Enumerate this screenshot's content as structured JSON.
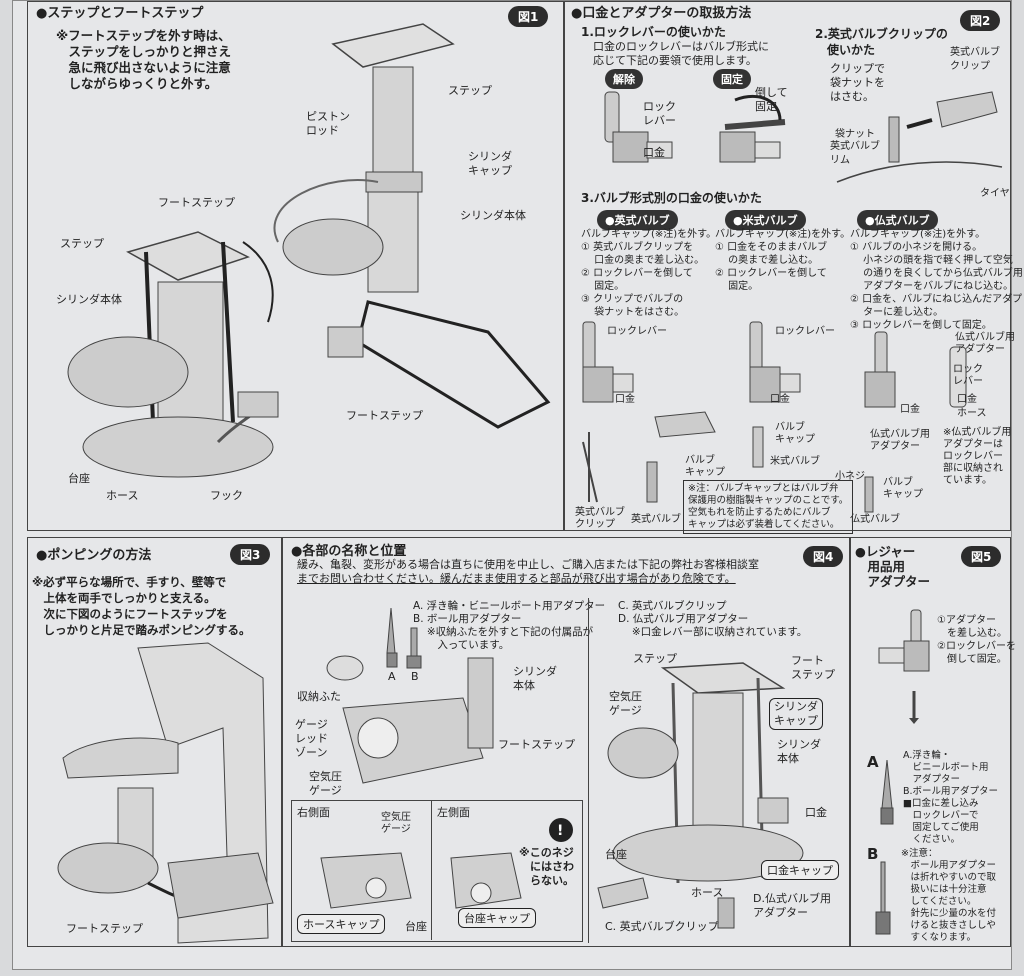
{
  "p1": {
    "title": "●ステップとフートステップ",
    "badge": "図1",
    "note": "※フートステップを外す時は、\n　ステップをしっかりと押さえ\n　急に飛び出さないように注意\n　しながらゆっくりと外す。",
    "labels": {
      "step_top": "ステップ",
      "piston": "ピストン\nロッド",
      "cyl_cap": "シリンダ\nキャップ",
      "cyl_body_r": "シリンダ本体",
      "foot_step_l": "フートステップ",
      "step_l": "ステップ",
      "cyl_body_l": "シリンダ本体",
      "foot_step_r": "フートステップ",
      "base": "台座",
      "hose": "ホース",
      "hook": "フック"
    }
  },
  "p2": {
    "title": "●口金とアダプターの取扱方法",
    "badge": "図2",
    "s1_title": "1.ロックレバーの使いかた",
    "s1_text": "口金のロックレバーはバルブ形式に\n応じて下記の要領で使用します。",
    "release": "解除",
    "fix": "固定",
    "lock_lever": "ロック\nレバー",
    "fix_note": "倒して\n固定",
    "kuchigane": "口金",
    "s2_title": "2.英式バルブクリップの\n　使いかた",
    "s2_text": "クリップで\n袋ナットを\nはさむ。",
    "clip_label": "英式バルブ\nクリップ",
    "nut": "袋ナット",
    "eng_valve_rim": "英式バルブ\nリム",
    "tire": "タイヤ",
    "s3_title": "3.バルブ形式別の口金の使いかた",
    "valves": [
      {
        "name": "●英式バルブ",
        "text": "バルブキャップ(※注)を外す。\n① 英式バルブクリップを\n　 口金の奥まで差し込む。\n② ロックレバーを倒して\n　 固定。\n③ クリップでバルブの\n　 袋ナットをはさむ。"
      },
      {
        "name": "●米式バルブ",
        "text": "バルブキャップ(※注)を外す。\n① 口金をそのままバルブ\n　 の奥まで差し込む。\n② ロックレバーを倒して\n　 固定。"
      },
      {
        "name": "●仏式バルブ",
        "text": "バルブキャップ(※注)を外す。\n① バルブの小ネジを開ける。\n　 小ネジの頭を指で軽く押して空気\n　 の通りを良くしてから仏式バルブ用\n　 アダプターをバルブにねじ込む。\n② 口金を、バルブにねじ込んだアダプ\n　 ターに差し込む。\n③ ロックレバーを倒して固定。"
      }
    ],
    "lbl_lock": "ロックレバー",
    "lbl_kuchigane": "口金",
    "lbl_valve_cap": "バルブ\nキャップ",
    "lbl_us_valve": "米式バルブ",
    "lbl_clip": "英式バルブ\nクリップ",
    "lbl_eng_valve": "英式バルブ",
    "lbl_fr_adapter": "仏式バルブ用\nアダプター",
    "lbl_lever2": "ロック\nレバー",
    "lbl_hose": "ホース",
    "lbl_small_screw": "小ネジ",
    "lbl_fr_valve": "仏式バルブ",
    "fr_note": "※仏式バルブ用\nアダプターは\nロックレバー\n部に収納され\nています。",
    "cap_note": "※注：バルブキャップとはバルブ弁\n保護用の樹脂製キャップのことです。\n空気もれを防止するためにバルブ\nキャップは必ず装着してください。"
  },
  "p3": {
    "title": "●ポンピングの方法",
    "badge": "図3",
    "note": "※必ず平らな場所で、手すり、壁等で\n　上体を両手でしっかりと支える。\n　次に下図のようにフートステップを\n　しっかりと片足で踏みポンピングする。",
    "foot_step": "フートステップ"
  },
  "p4": {
    "title": "●各部の名称と位置",
    "badge": "図4",
    "warn1": "緩み、亀裂、変形がある場合は直ちに使用を中止し、ご購入店または下記の弊社お客様相談室",
    "warn2": "までお問い合わせください。緩んだまま使用すると部品が飛び出す場合があり危険です。",
    "parts_left": "A. 浮き輪・ビニールボート用アダプター\nB. ボール用アダプター\n　 ※収納ふたを外すと下記の付属品が\n　 　入っています。",
    "parts_right": "C. 英式バルブクリップ\nD. 仏式バルブ用アダプター\n　 ※口金レバー部に収納されています。",
    "a": "A",
    "b": "B",
    "storage_lid": "収納ふた",
    "cyl_body": "シリンダ\n本体",
    "gauge_red": "ゲージ\nレッド\nゾーン",
    "foot_step": "フートステップ",
    "air_gauge": "空気圧\nゲージ",
    "right_side": "右側面",
    "left_side": "左側面",
    "air_gauge2": "空気圧\nゲージ",
    "hose_cap": "ホースキャップ",
    "base": "台座",
    "base_cap": "台座キャップ",
    "screw_note": "※このネジ\n　にはさわ\n　らない。",
    "step": "ステップ",
    "foot_step2": "フート\nステップ",
    "cyl_cap": "シリンダ\nキャップ",
    "cyl_body2": "シリンダ\n本体",
    "air_gauge3": "空気圧\nゲージ",
    "kuchigane": "口金",
    "base2": "台座",
    "hose": "ホース",
    "kuchigane_cap": "口金キャップ",
    "d_adapter": "D.仏式バルブ用\nアダプター",
    "c_clip": "C. 英式バルブクリップ"
  },
  "p5": {
    "title": "●レジャー\n　用品用\n　アダプター",
    "badge": "図5",
    "steps": "①アダプター\n　を差し込む。\n②ロックレバーを\n　倒して固定。",
    "a_title": "A",
    "a_text": "A.浮き輪・\n　ビニールボート用\n　アダプター\nB.ボール用アダプター\n■口金に差し込み\n　ロックレバーで\n　固定してご使用\n　ください。",
    "b_title": "B",
    "b_text": "※注意：\n　ボール用アダプター\n　は折れやすいので取\n　扱いには十分注意\n　してください。\n　針先に少量の水を付\n　けると抜きさししや\n　すくなります。"
  }
}
